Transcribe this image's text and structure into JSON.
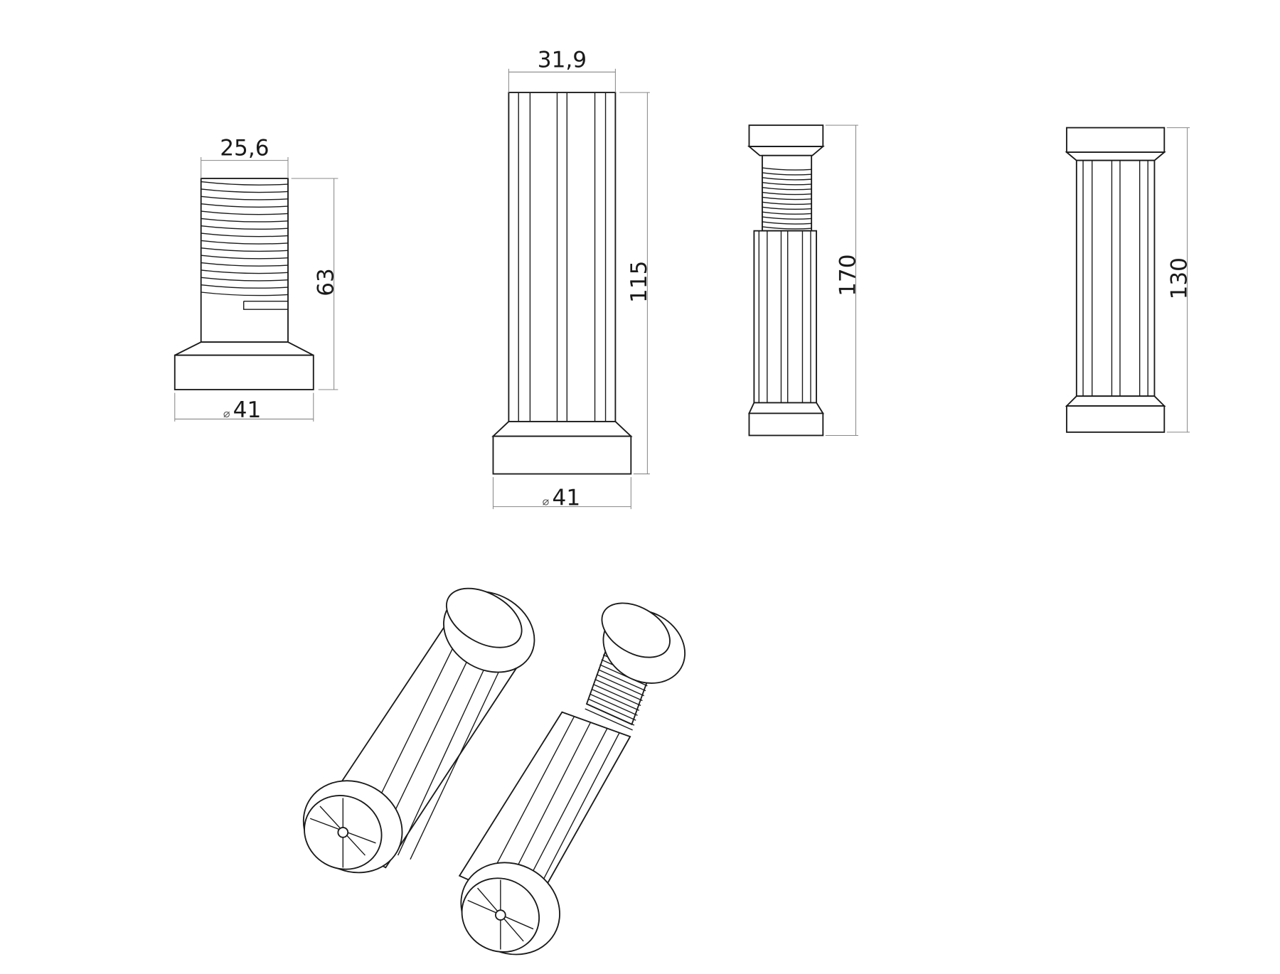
{
  "title": "Adjustable leg components – technical drawing",
  "colors": {
    "line": "#1a1a1a",
    "dimension": "#888888",
    "background": "#ffffff"
  },
  "parts": {
    "threaded_spindle": {
      "width_label": "25,6",
      "height_label": "63",
      "base_label": "41",
      "diameter_symbol": "⌀"
    },
    "fluted_tube": {
      "width_label": "31,9",
      "height_label": "115",
      "base_label": "41",
      "diameter_symbol": "⌀"
    },
    "assembled_leg_extended": {
      "height_label": "170"
    },
    "assembled_leg_collapsed": {
      "height_label": "130"
    }
  }
}
